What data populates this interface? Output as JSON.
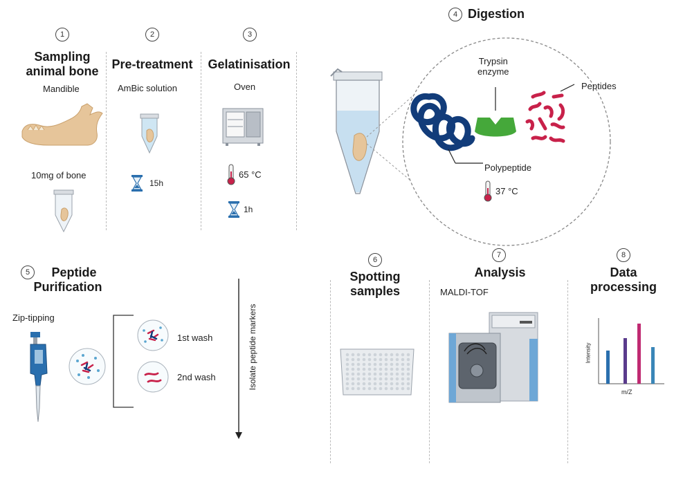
{
  "steps": [
    {
      "number": "1",
      "title_line1": "Sampling",
      "title_line2": "animal bone",
      "sub1": "Mandible",
      "sub2": "10mg of bone"
    },
    {
      "number": "2",
      "title": "Pre-treatment",
      "sub1": "AmBic solution",
      "time": "15h"
    },
    {
      "number": "3",
      "title": "Gelatinisation",
      "sub1": "Oven",
      "temp": "65 °C",
      "time": "1h"
    },
    {
      "number": "4",
      "title": "Digestion",
      "enzyme": "Trypsin enzyme",
      "enzyme_line1": "Trypsin",
      "enzyme_line2": "enzyme",
      "peptides": "Peptides",
      "polypeptide": "Polypeptide",
      "temp": "37 °C"
    },
    {
      "number": "5",
      "title_line1": "Peptide",
      "title_line2": "Purification",
      "method": "Zip-tipping",
      "wash1": "1st wash",
      "wash2": "2nd wash",
      "arrow_label": "Isolate peptide markers"
    },
    {
      "number": "6",
      "title_line1": "Spotting",
      "title_line2": "samples"
    },
    {
      "number": "7",
      "title": "Analysis",
      "sub1": "MALDI-TOF"
    },
    {
      "number": "8",
      "title_line1": "Data",
      "title_line2": "processing",
      "ylabel": "Intensity",
      "xlabel": "m/Z"
    }
  ],
  "colors": {
    "navy": "#123c7a",
    "green": "#45a83a",
    "crimson": "#c8214a",
    "purple": "#5a3b8c",
    "magenta": "#c02a72",
    "blue": "#2a6fae",
    "teal": "#3a86b8",
    "bone": "#e6c59a"
  }
}
